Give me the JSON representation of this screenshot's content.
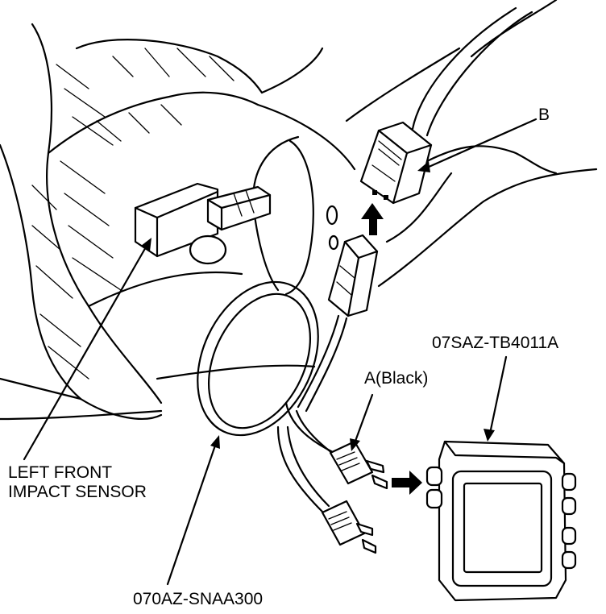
{
  "labels": {
    "connector_b": "B",
    "tester_part_number": "07SAZ-TB4011A",
    "connector_a": "A(Black)",
    "sensor_line1": "LEFT FRONT",
    "sensor_line2": "IMPACT SENSOR",
    "harness_part_number": "070AZ-SNAA300"
  }
}
